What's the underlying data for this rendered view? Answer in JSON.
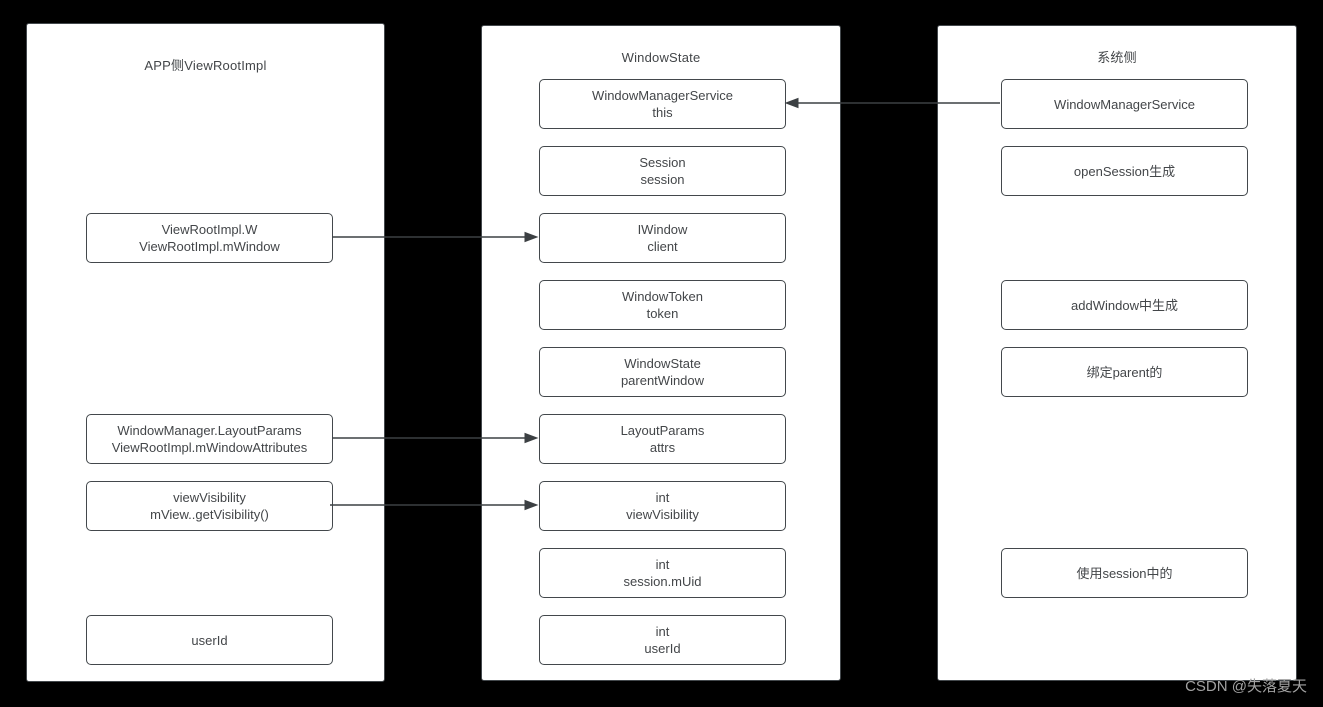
{
  "watermark": "CSDN @失落夏天",
  "colors": {
    "background": "#000000",
    "panel_fill": "#ffffff",
    "stroke": "#43484c",
    "text": "#434649",
    "watermark_text": "#a2a2a2"
  },
  "panels": [
    {
      "id": "app-side",
      "title": "APP侧ViewRootImpl",
      "boxes": [
        {
          "line1": "ViewRootImpl.W",
          "line2": "ViewRootImpl.mWindow"
        },
        {
          "line1": "WindowManager.LayoutParams",
          "line2": "ViewRootImpl.mWindowAttributes"
        },
        {
          "line1": "viewVisibility",
          "line2": "mView..getVisibility()"
        },
        {
          "line1": "userId"
        }
      ]
    },
    {
      "id": "windowstate",
      "title": "WindowState",
      "boxes": [
        {
          "line1": "WindowManagerService",
          "line2": "this"
        },
        {
          "line1": "Session",
          "line2": "session"
        },
        {
          "line1": "IWindow",
          "line2": "client"
        },
        {
          "line1": "WindowToken",
          "line2": "token"
        },
        {
          "line1": "WindowState",
          "line2": "parentWindow"
        },
        {
          "line1": "LayoutParams",
          "line2": "attrs"
        },
        {
          "line1": "int",
          "line2": "viewVisibility"
        },
        {
          "line1": "int",
          "line2": "session.mUid"
        },
        {
          "line1": "int",
          "line2": "userId"
        }
      ]
    },
    {
      "id": "system-side",
      "title": "系统侧",
      "boxes": [
        {
          "line1": "WindowManagerService"
        },
        {
          "line1": "openSession生成"
        },
        {
          "line1": "addWindow中生成"
        },
        {
          "line1": "绑定parent的"
        },
        {
          "line1": "使用session中的"
        }
      ]
    }
  ],
  "edges": [
    {
      "from": "system-side.WindowManagerService",
      "to": "windowstate.WindowManagerService this",
      "direction": "left"
    },
    {
      "from": "app-side.ViewRootImpl.mWindow",
      "to": "windowstate.IWindow client",
      "direction": "right"
    },
    {
      "from": "app-side.ViewRootImpl.mWindowAttributes",
      "to": "windowstate.LayoutParams attrs",
      "direction": "right"
    },
    {
      "from": "app-side.viewVisibility",
      "to": "windowstate.int viewVisibility",
      "direction": "right"
    }
  ]
}
